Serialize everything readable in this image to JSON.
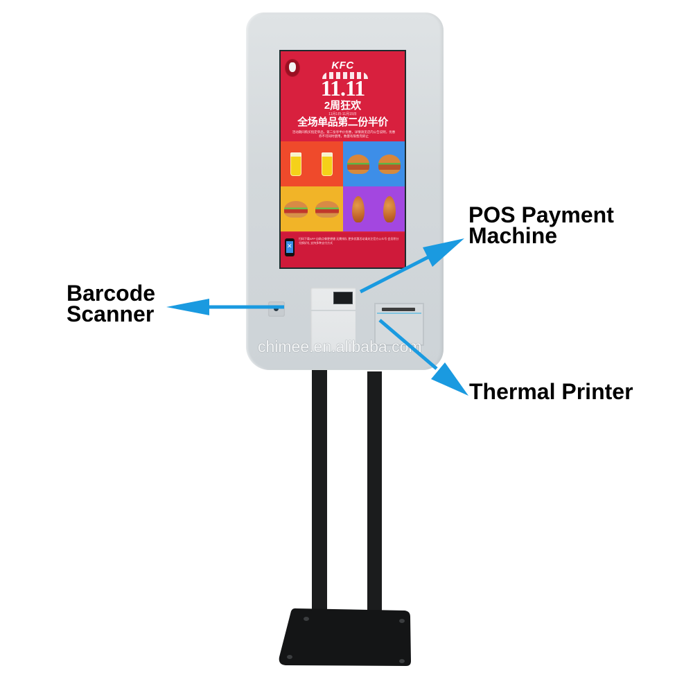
{
  "kiosk": {
    "watermark": "chimee.en.alibaba.com",
    "body_color": "#d6dbde",
    "screen": {
      "brand": "KFC",
      "big_date": "11.11",
      "week_line": "2周狂欢",
      "date_range": "11月1日-11月15日",
      "promo_line": "全场单品第二份半价",
      "fine_print": "活动期间购买指定单品，第二份享半价优惠，详情请见店内公告说明，优惠券不可同时使用，数量有限售完即止",
      "footer_text": "扫码下载APP 自助点餐更便捷 无需排队 更多优惠活动请关注官方公众号 会员积分兑换好礼 支持多种支付方式",
      "tile_colors": [
        "#ef4a2b",
        "#3d8ee8",
        "#f1b428",
        "#a347e0"
      ],
      "background": "#d8203e"
    }
  },
  "annotations": {
    "barcode_scanner": {
      "line1": "Barcode",
      "line2": "Scanner"
    },
    "pos_payment": {
      "line1": "POS Payment",
      "line2": "Machine"
    },
    "thermal_printer": {
      "line1": "Thermal Printer"
    },
    "arrow_color": "#1a9ae0"
  }
}
